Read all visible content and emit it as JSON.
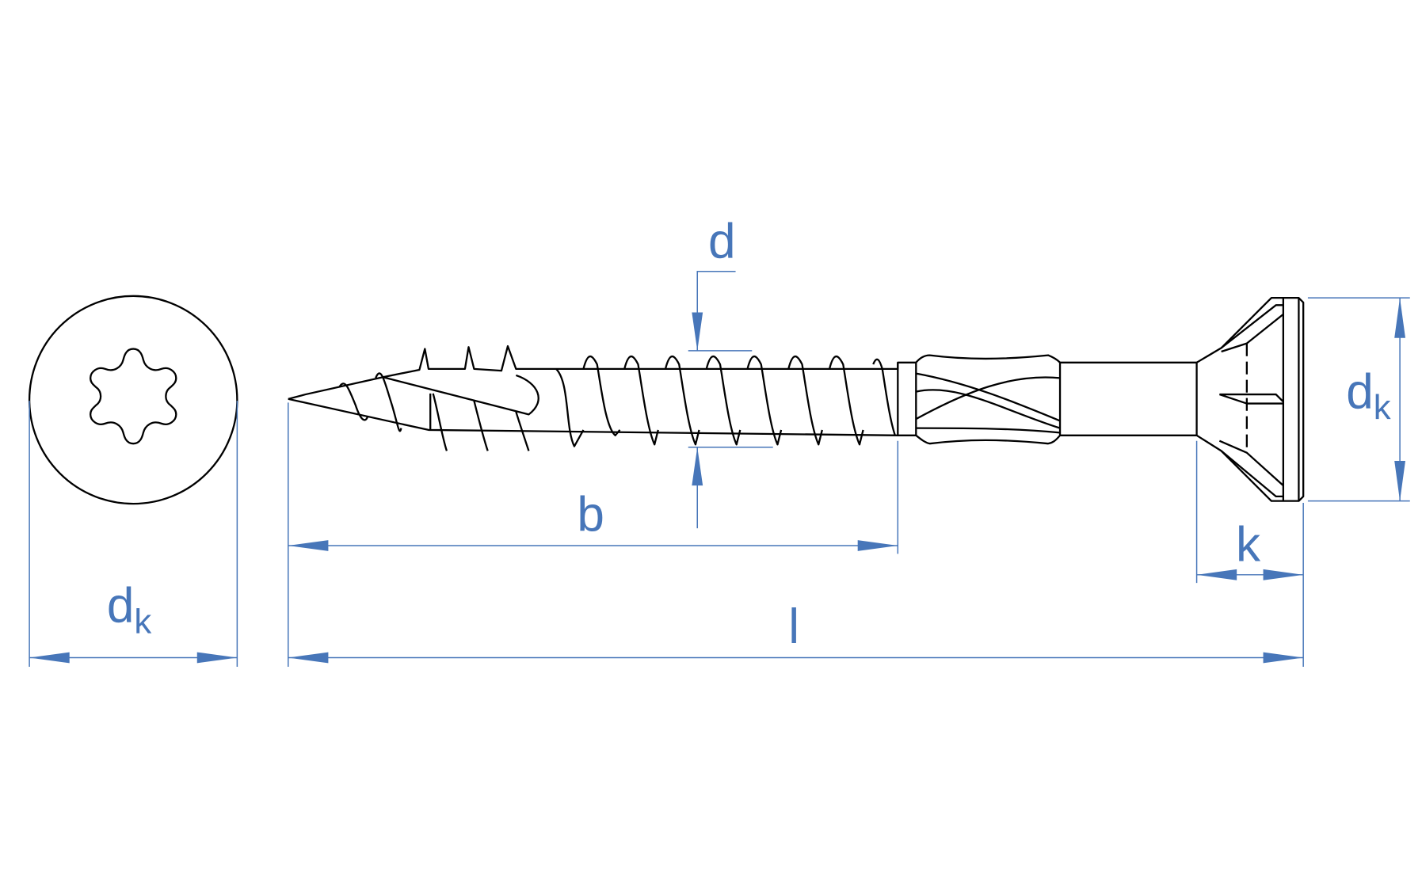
{
  "labels": {
    "d": "d",
    "b": "b",
    "dk_main": "d",
    "dk_sub": "k",
    "k": "k",
    "l": "l",
    "dk_top_main": "d",
    "dk_top_sub": "k"
  },
  "colors": {
    "dimension": "#4776b9",
    "outline": "#000000"
  }
}
